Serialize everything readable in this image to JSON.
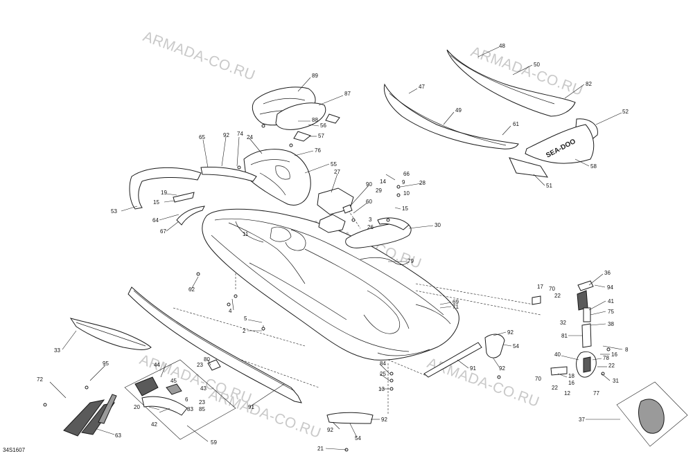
{
  "watermarks": [
    "ARMADA-CO.RU",
    "ARMADA-CO.RU",
    "ARMADA-CO.RU",
    "ARMADA-CO.RU",
    "ARMADA-CO.RU",
    "ARMADA-CO.RU"
  ],
  "drawing_code": "34S1607",
  "decal_logo_text": "SEA-DOO",
  "callouts": [
    {
      "id": "48"
    },
    {
      "id": "50"
    },
    {
      "id": "82"
    },
    {
      "id": "47"
    },
    {
      "id": "49"
    },
    {
      "id": "61"
    },
    {
      "id": "52"
    },
    {
      "id": "58"
    },
    {
      "id": "51"
    },
    {
      "id": "89"
    },
    {
      "id": "87"
    },
    {
      "id": "88"
    },
    {
      "id": "56"
    },
    {
      "id": "57"
    },
    {
      "id": "65"
    },
    {
      "id": "92"
    },
    {
      "id": "74"
    },
    {
      "id": "24"
    },
    {
      "id": "76"
    },
    {
      "id": "55"
    },
    {
      "id": "27"
    },
    {
      "id": "90"
    },
    {
      "id": "60"
    },
    {
      "id": "66"
    },
    {
      "id": "14"
    },
    {
      "id": "9"
    },
    {
      "id": "28"
    },
    {
      "id": "29"
    },
    {
      "id": "10"
    },
    {
      "id": "15"
    },
    {
      "id": "3"
    },
    {
      "id": "26"
    },
    {
      "id": "30"
    },
    {
      "id": "53"
    },
    {
      "id": "19"
    },
    {
      "id": "15"
    },
    {
      "id": "64"
    },
    {
      "id": "67"
    },
    {
      "id": "11"
    },
    {
      "id": "79"
    },
    {
      "id": "62"
    },
    {
      "id": "4"
    },
    {
      "id": "5"
    },
    {
      "id": "2"
    },
    {
      "id": "36"
    },
    {
      "id": "94"
    },
    {
      "id": "17"
    },
    {
      "id": "70"
    },
    {
      "id": "22"
    },
    {
      "id": "41"
    },
    {
      "id": "75"
    },
    {
      "id": "32"
    },
    {
      "id": "38"
    },
    {
      "id": "81"
    },
    {
      "id": "69"
    },
    {
      "id": "71"
    },
    {
      "id": "92"
    },
    {
      "id": "54"
    },
    {
      "id": "92"
    },
    {
      "id": "91"
    },
    {
      "id": "33"
    },
    {
      "id": "8"
    },
    {
      "id": "16"
    },
    {
      "id": "40"
    },
    {
      "id": "78"
    },
    {
      "id": "22"
    },
    {
      "id": "18"
    },
    {
      "id": "70"
    },
    {
      "id": "16"
    },
    {
      "id": "31"
    },
    {
      "id": "22"
    },
    {
      "id": "12"
    },
    {
      "id": "77"
    },
    {
      "id": "95"
    },
    {
      "id": "44"
    },
    {
      "id": "80"
    },
    {
      "id": "23"
    },
    {
      "id": "84"
    },
    {
      "id": "25"
    },
    {
      "id": "45"
    },
    {
      "id": "43"
    },
    {
      "id": "6"
    },
    {
      "id": "23"
    },
    {
      "id": "13"
    },
    {
      "id": "72"
    },
    {
      "id": "20"
    },
    {
      "id": "83"
    },
    {
      "id": "85"
    },
    {
      "id": "42"
    },
    {
      "id": "91"
    },
    {
      "id": "37"
    },
    {
      "id": "63"
    },
    {
      "id": "59"
    },
    {
      "id": "92"
    },
    {
      "id": "92"
    },
    {
      "id": "54"
    },
    {
      "id": "21"
    }
  ]
}
